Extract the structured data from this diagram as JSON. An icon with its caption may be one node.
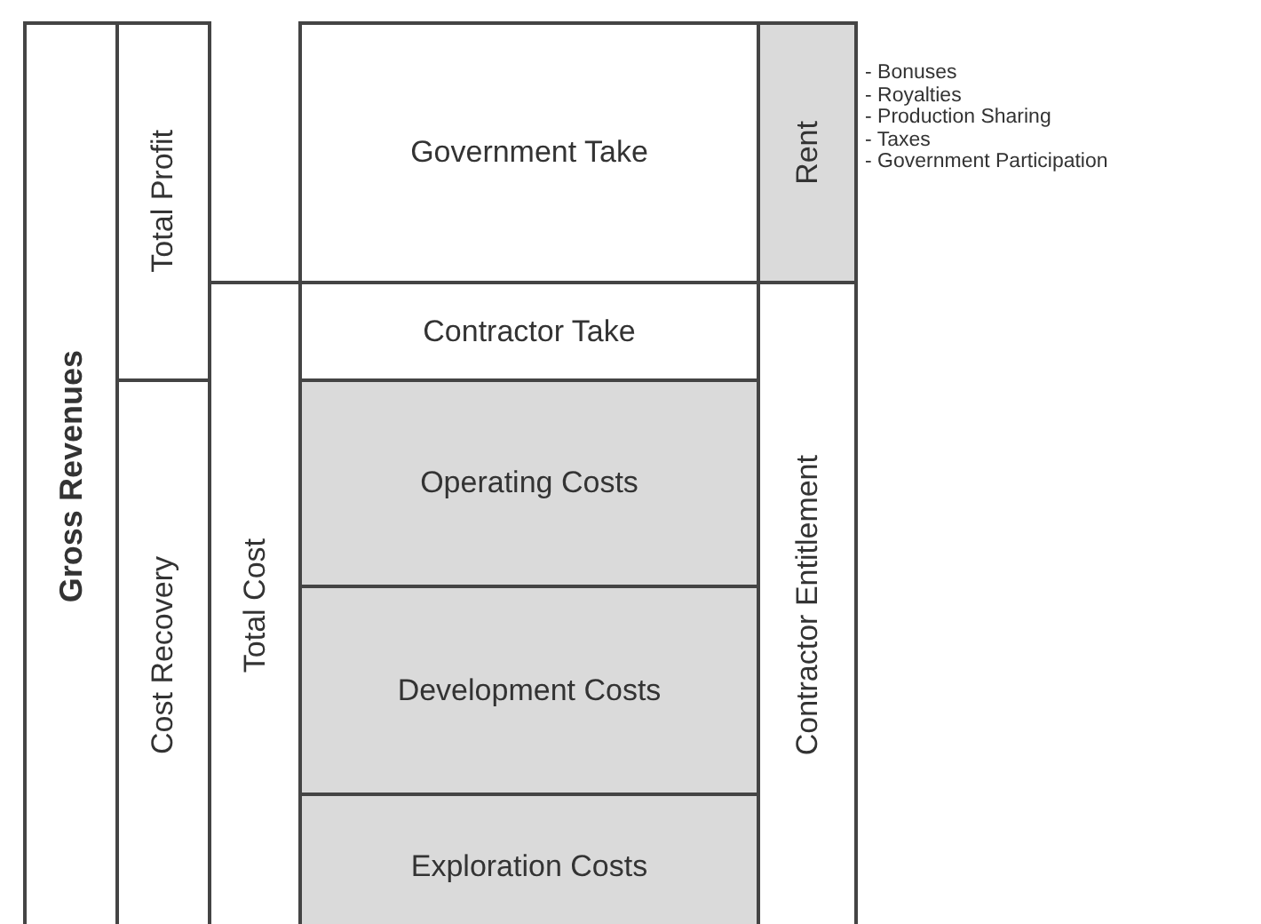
{
  "diagram": {
    "nodes": [
      {
        "text": [
          "Gross Revenues"
        ]
      },
      {
        "text": [
          "Total Profit"
        ]
      },
      {
        "text": [
          "Cost Recovery"
        ]
      },
      {
        "text": [
          "Total Cost"
        ]
      },
      {
        "text": [
          "Government Take"
        ]
      },
      {
        "text": [
          "Contractor Take"
        ]
      },
      {
        "text": [
          "Operating Costs"
        ]
      },
      {
        "text": [
          "Development Costs"
        ]
      },
      {
        "text": [
          "Exploration Costs"
        ]
      },
      {
        "text": [
          "Rent"
        ]
      },
      {
        "text": [
          "Contractor Entitlement"
        ]
      }
    ],
    "labels": [
      "- Bonuses",
      "- Royalties",
      "- Production Sharing",
      "- Taxes",
      "- Government Participation"
    ]
  }
}
